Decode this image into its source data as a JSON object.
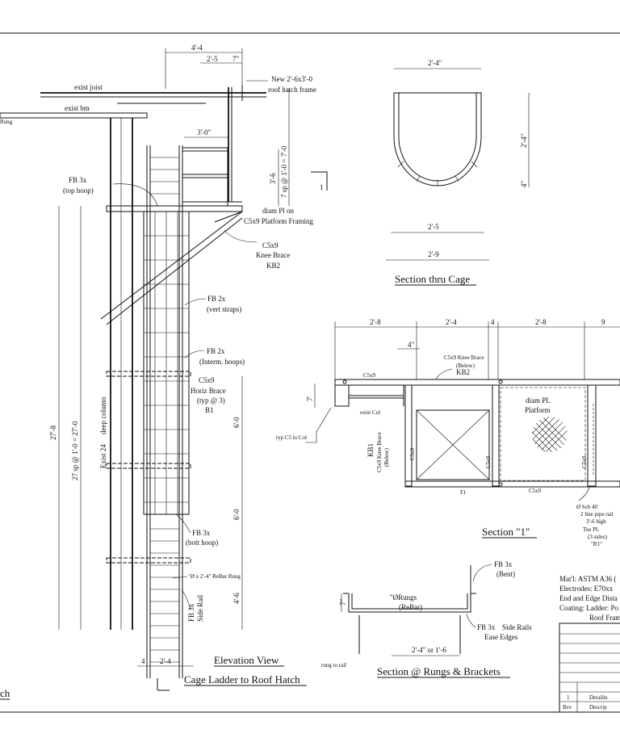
{
  "elevation": {
    "dims": {
      "d_4_4": "4'-4",
      "d_2_5": "2'-5",
      "d_7": "7\"",
      "d_3_0": "3'-0\"",
      "d_3_6": "3'-6",
      "d_7sp": "7 sp @ 1'-0 = 7'-0",
      "d_27_8": "27'-8",
      "d_27sp": "27 sp @ 1'-0 = 27'-0",
      "d_6_0a": "6'-0",
      "d_6_0b": "6'-0",
      "d_4_6": "4'-6",
      "d_4b": "4",
      "d_2_4": "2'-4"
    },
    "notes": {
      "exist_joist": "exist joist",
      "exist_bm": "exist bm",
      "rung_left": "Rung",
      "hatch_1": "New 2'-6x3'-0",
      "hatch_2": "roof hatch frame",
      "fb_top_1": "FB 3x",
      "fb_top_2": "(top hoop)",
      "pl_1": "diam Pl on",
      "pl_2": "C5x9 Platform Framing",
      "kb_1": "C5x9",
      "kb_2": "Knee Brace",
      "kb_3": "KB2",
      "vs_1": "FB 2x",
      "vs_2": "(vert straps)",
      "ih_1": "FB 2x",
      "ih_2": "(Interm. hoops)",
      "hb_1": "C5x9",
      "hb_2": "Horiz Brace",
      "hb_3": "(typ @ 3)",
      "hb_4": "B1",
      "col_1": "Exist 24",
      "col_2": "deep column",
      "bh_1": "FB 3x",
      "bh_2": "(bott hoop)",
      "rb": "\"Ø x 2'-4\" ReBar Rung",
      "sr_1": "FB 3x",
      "sr_2": "Side Rail",
      "sec_marker": "1"
    },
    "title_1": "Elevation View",
    "title_2": "Cage Ladder to Roof Hatch",
    "cut_text": "ch"
  },
  "cage_section": {
    "dims": {
      "d_top": "2'-4\"",
      "d_side": "2'-4\"",
      "d_4": "4\"",
      "d_mid": "2'-5",
      "d_bot": "2'-9"
    },
    "title": "Section thru Cage"
  },
  "section1": {
    "dims": {
      "d1": "2'-8",
      "d2": "2'-4",
      "d3": "4",
      "d4": "2'-8",
      "d5": "9",
      "d6": "4\"",
      "d7": "7'"
    },
    "notes": {
      "kb2": "KB2",
      "kb2_sub_1": "C5x9 Knee Brace",
      "kb2_sub_2": "(Below)",
      "c5x9_top": "C5x9",
      "c5x9_left": "C5x9",
      "c5x9_right": "C5x9",
      "c5x9_bot": "C5x9",
      "c5x9_r2": "C5x9",
      "pl_1": "diam PL",
      "pl_2": "Platform",
      "exist_col": "exist Col",
      "typ_1": "typ C5 to Col",
      "kb1": "KB1",
      "kb1_sub_1": "C5x9 Knee Brace",
      "kb1_sub_2": "(Below)",
      "f1": "F1",
      "pipe_1": "Ø Sch 40",
      "pipe_2": "2 line pipe rail",
      "pipe_3": "3'-6 high",
      "pipe_4": "Toe PL",
      "pipe_5": "(3 sides)",
      "pipe_6": "\"R1\""
    },
    "title": "Section \"1\""
  },
  "rungs_section": {
    "notes": {
      "fb_1": "FB 3x",
      "fb_2": "(Bent)",
      "rungs_1": "\"ØRungs",
      "rungs_2": "(ReBar)",
      "rails_1": "FB 3x",
      "rails_1b": " Side Rails",
      "rails_2": "Ease Edges",
      "dim": "2'-4\" or 1'-6",
      "d7": "7\"",
      "rung_to_rail": "rung to rail"
    },
    "title": "Section @ Rungs & Brackets"
  },
  "material_notes": [
    "Mat'l: ASTM A36 (",
    "Electrodes: E70xx",
    "End and Edge Dista",
    "Coating: Ladder: Po",
    "Roof Fram"
  ],
  "revision": {
    "row_num": "1",
    "row_text": "Detailin",
    "rev_header": "Rev",
    "desc_header": "Descrip"
  }
}
